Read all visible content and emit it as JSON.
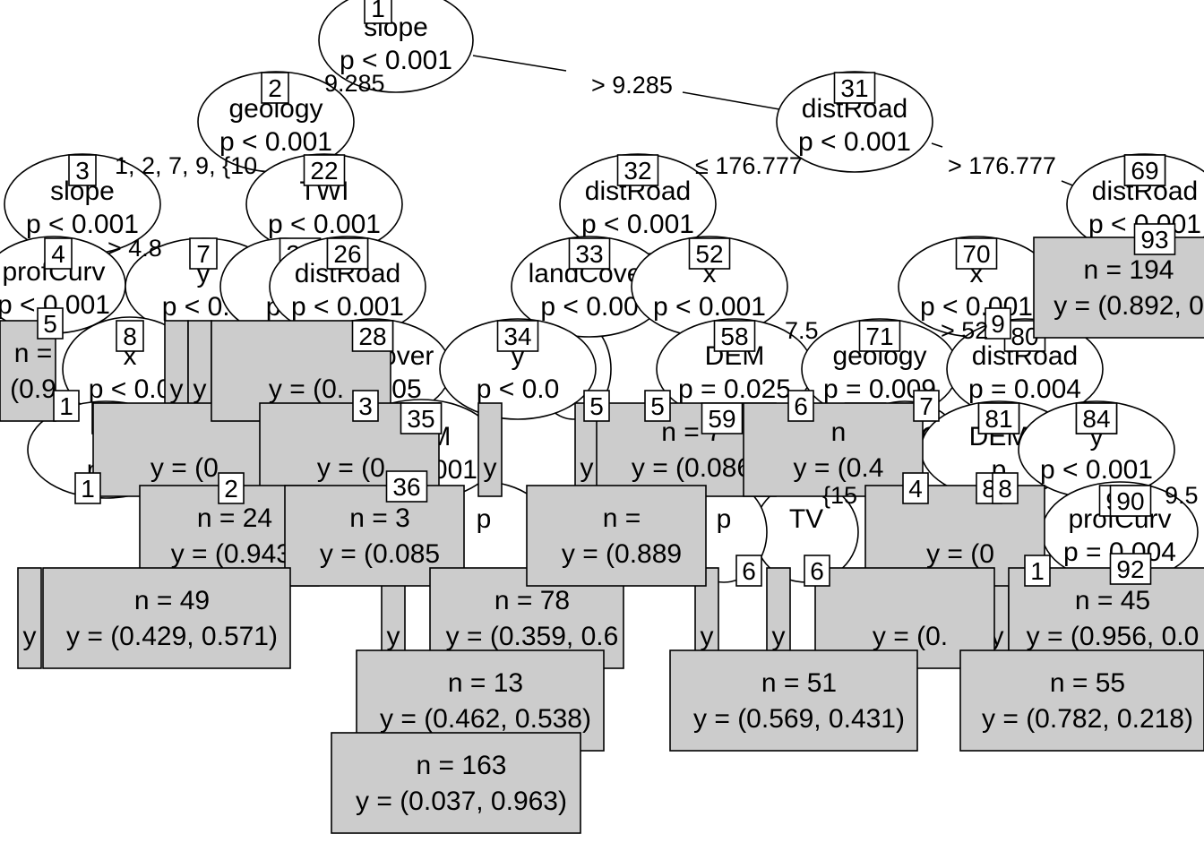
{
  "tree": {
    "inner_nodes": [
      {
        "id": "1",
        "variable": "slope",
        "p": "p < 0.001"
      },
      {
        "id": "2",
        "variable": "geology",
        "p": "p < 0.001"
      },
      {
        "id": "3",
        "variable": "slope",
        "p": "p < 0.001"
      },
      {
        "id": "4",
        "variable": "profCurv",
        "p": "p < 0.001"
      },
      {
        "id": "7",
        "variable": "y",
        "p": "p < 0.0"
      },
      {
        "id": "8",
        "variable": "x",
        "p": "p < 0.0"
      },
      {
        "id": "9",
        "variable": "",
        "p": "p <"
      },
      {
        "id": "22",
        "variable": "TWI",
        "p": "p < 0.001"
      },
      {
        "id": "23",
        "variable": "pr",
        "p": "p <"
      },
      {
        "id": "26",
        "variable": "distRoad",
        "p": "p < 0.001"
      },
      {
        "id": "28",
        "variable": "landCover",
        "p": "p = 0.05"
      },
      {
        "id": "35",
        "variable": "DEM",
        "p": "p < 0.001"
      },
      {
        "id": "31",
        "variable": "distRoad",
        "p": "p < 0.001"
      },
      {
        "id": "32",
        "variable": "distRoad",
        "p": "p < 0.001"
      },
      {
        "id": "33",
        "variable": "landCover",
        "p": "p < 0.00"
      },
      {
        "id": "34",
        "variable": "y",
        "p": "p < 0.0"
      },
      {
        "id": "52",
        "variable": "x",
        "p": "p < 0.001"
      },
      {
        "id": "58",
        "variable": "DEM",
        "p": "p = 0.025"
      },
      {
        "id": "69",
        "variable": "distRoad",
        "p": "p < 0.001"
      },
      {
        "id": "70",
        "variable": "x",
        "p": "p < 0.001"
      },
      {
        "id": "71",
        "variable": "geology",
        "p": "p = 0.009"
      },
      {
        "id": "72",
        "variable": "landC",
        "p": "p"
      },
      {
        "id": "80",
        "variable": "distRoad",
        "p": "p = 0.004"
      },
      {
        "id": "81",
        "variable": "DEM",
        "p": "p"
      },
      {
        "id": "84",
        "variable": "y",
        "p": "p < 0.001"
      },
      {
        "id": "90",
        "variable": "profCurv",
        "p": "p = 0.004"
      }
    ],
    "edge_labels": [
      {
        "text": "9.285"
      },
      {
        "text": "> 9.285"
      },
      {
        "text": "1, 2, 7, 9, {10"
      },
      {
        "text": "> 4.8"
      },
      {
        "text": "≤ 176.777"
      },
      {
        "text": "> 176.777"
      },
      {
        "text": "> 52"
      },
      {
        "text": "7.5"
      },
      {
        "text": "9.5"
      },
      {
        "text": "{15"
      }
    ],
    "leaves": [
      {
        "id": "93",
        "n": "n = 194",
        "y": "y = (0.892, 0"
      },
      {
        "id": "5",
        "n": "n =",
        "y": "(0.9"
      },
      {
        "id": "6",
        "n": "",
        "y": "y = (0."
      },
      {
        "id": "27",
        "n": "",
        "y": "y = (0."
      },
      {
        "id": "30",
        "n": "",
        "y": "y = (0."
      },
      {
        "id": "59",
        "n": "n = 7",
        "y": "y = (0.086"
      },
      {
        "id": "6x",
        "n": "n",
        "y": "y = (0.4"
      },
      {
        "id": "11",
        "n": "n = 24",
        "y": "y = (0.943,"
      },
      {
        "id": "36",
        "n": "n = 3",
        "y": "y = (0.085"
      },
      {
        "id": "16",
        "n": "",
        "y": "y = (0"
      },
      {
        "id": "10",
        "n": "n = 49",
        "y": "y = (0.429, 0.571)"
      },
      {
        "id": "37",
        "n": "n = 78",
        "y": "y = (0.359, 0.6"
      },
      {
        "id": "55",
        "n": "n =",
        "y": "y = (0.889"
      },
      {
        "id": "92",
        "n": "n = 45",
        "y": "y = (0.956, 0.0"
      },
      {
        "id": "78",
        "n": "",
        "y": "y = (0."
      },
      {
        "id": "41",
        "n": "n = 13",
        "y": "y = (0.462, 0.538)"
      },
      {
        "id": "64",
        "n": "n = 51",
        "y": "y = (0.569, 0.431)"
      },
      {
        "id": "86",
        "n": "n = 55",
        "y": "y = (0.782, 0.218)"
      },
      {
        "id": "40",
        "n": "n = 163",
        "y": "y = (0.037, 0.963)"
      }
    ],
    "stacked_leaf_marks": [
      {
        "text": "y"
      },
      {
        "text": "y"
      },
      {
        "text": "y"
      },
      {
        "text": "y"
      },
      {
        "text": "y"
      },
      {
        "text": "y"
      },
      {
        "text": "y"
      },
      {
        "text": "y"
      },
      {
        "text": "y"
      },
      {
        "text": "y"
      }
    ],
    "fragment_boxes": [
      {
        "text": "1"
      },
      {
        "text": "5"
      },
      {
        "text": "2"
      },
      {
        "text": "3"
      },
      {
        "text": "5"
      },
      {
        "text": "5"
      },
      {
        "text": "6"
      },
      {
        "text": "6"
      },
      {
        "text": "6"
      },
      {
        "text": "7"
      },
      {
        "text": "8"
      },
      {
        "text": "8"
      },
      {
        "text": "9"
      },
      {
        "text": "1"
      },
      {
        "text": "4"
      },
      {
        "text": "1"
      }
    ],
    "fragment_ellipse_texts": [
      {
        "text": "sl"
      },
      {
        "text": "TV"
      },
      {
        "text": "pro"
      },
      {
        "text": "p"
      },
      {
        "text": "p"
      }
    ]
  }
}
